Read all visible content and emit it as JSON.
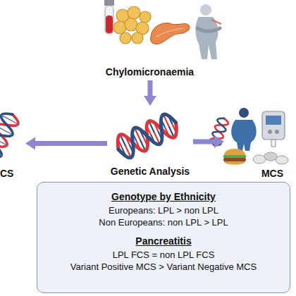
{
  "diagram": {
    "nodes": [
      {
        "text": [
          "Chylomicronaemia"
        ]
      },
      {
        "text": [
          "CS"
        ]
      },
      {
        "text": [
          "Genetic Analysis"
        ]
      },
      {
        "text": [
          "MCS"
        ]
      },
      {
        "text": [
          "Genotype by Ethnicity",
          "Europeans: LPL > non LPL",
          "Non Europeans: non LPL > LPL",
          "Pancreatitis",
          "LPL FCS = non LPL FCS",
          "Variant Positive MCS > Variant Negative MCS"
        ]
      }
    ],
    "edges": [
      {
        "from": 0,
        "to": 2,
        "arrow": "to"
      },
      {
        "from": 2,
        "to": 1,
        "arrow": "to"
      },
      {
        "from": 2,
        "to": 3,
        "arrow": "to"
      }
    ]
  }
}
